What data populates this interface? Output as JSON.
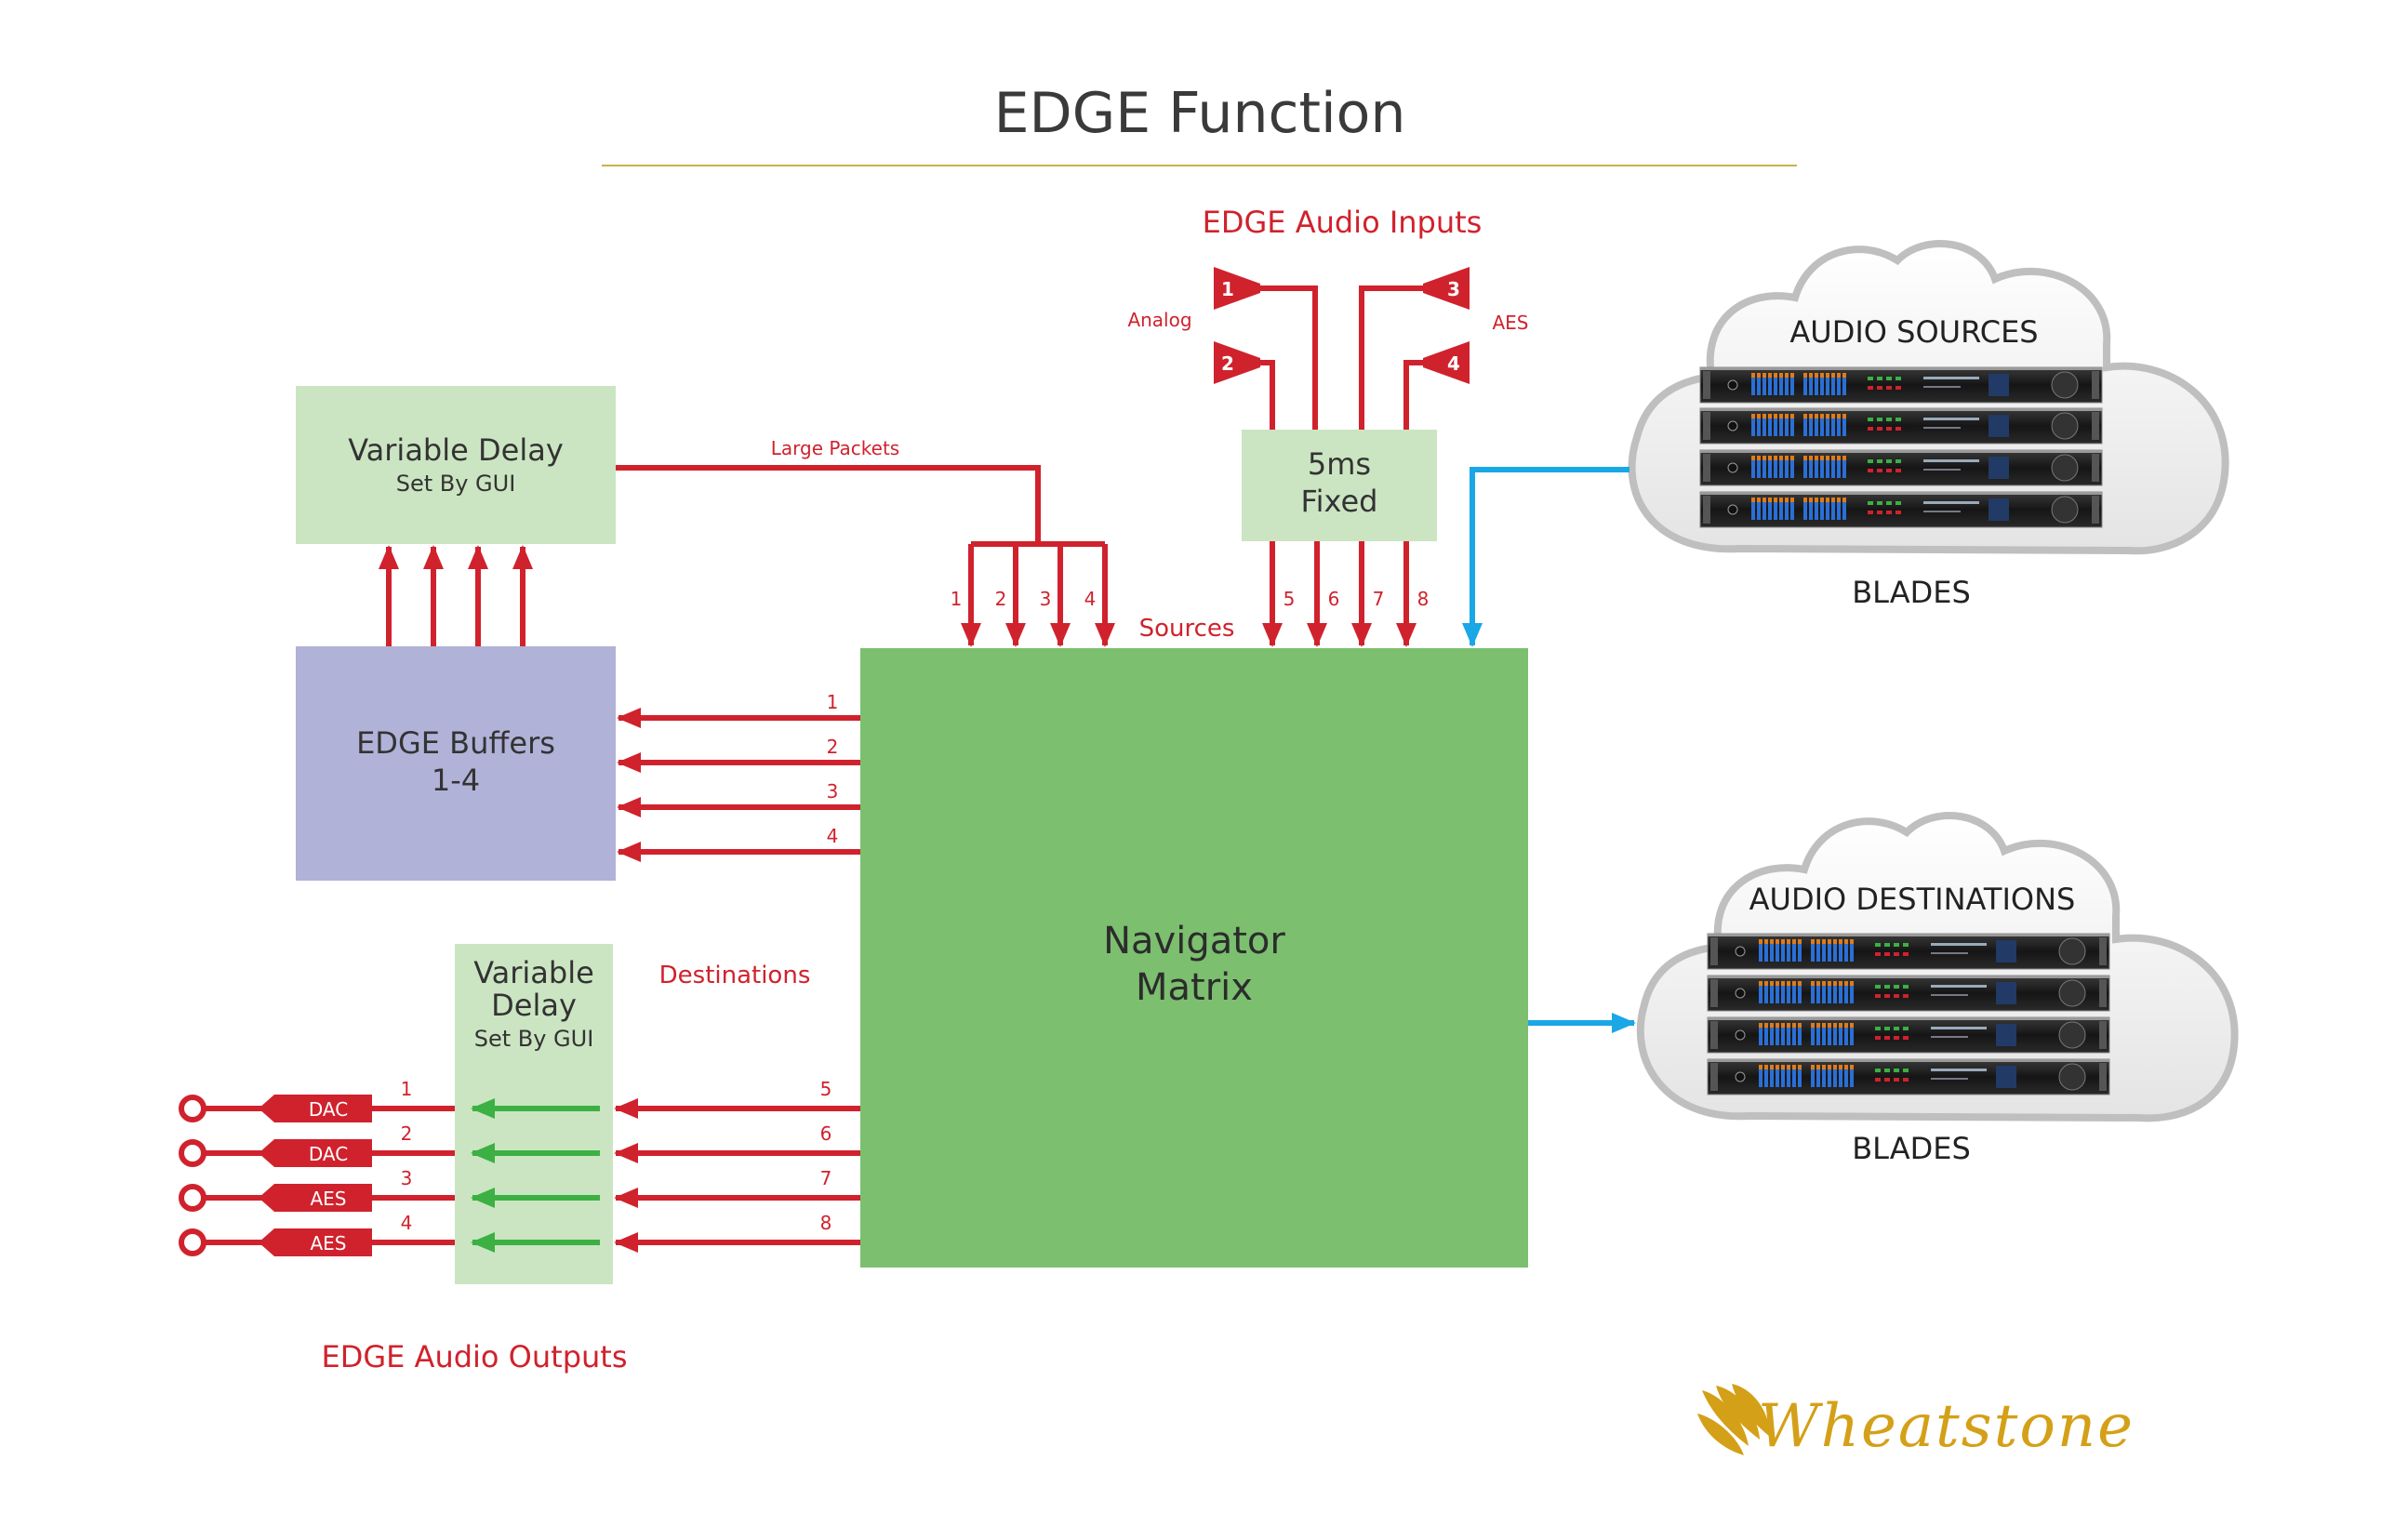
{
  "title": "EDGE Function",
  "colors": {
    "red": "#d0222d",
    "blue": "#1aa7e6",
    "green_arrow": "#3cb043",
    "gold": "#d4a017",
    "matrix_fill": "#7bbf6f",
    "light_green": "#cbe5c2",
    "buffer_fill": "#b0b2d8",
    "title_rule": "#c9b14a"
  },
  "inputs": {
    "heading": "EDGE Audio Inputs",
    "analog_label": "Analog",
    "aes_label": "AES",
    "connectors": [
      "1",
      "2",
      "3",
      "4"
    ]
  },
  "fixed_delay": {
    "line1": "5ms",
    "line2": "Fixed"
  },
  "variable_delay_top": {
    "title": "Variable Delay",
    "subtitle": "Set By GUI"
  },
  "large_packets_label": "Large Packets",
  "buffers": {
    "line1": "EDGE Buffers",
    "line2": "1-4"
  },
  "matrix": {
    "line1": "Navigator",
    "line2": "Matrix"
  },
  "sources_label": "Sources",
  "source_numbers": [
    "1",
    "2",
    "3",
    "4",
    "5",
    "6",
    "7",
    "8"
  ],
  "buffer_numbers": [
    "1",
    "2",
    "3",
    "4"
  ],
  "destinations_label": "Destinations",
  "destination_numbers": [
    "5",
    "6",
    "7",
    "8"
  ],
  "variable_delay_bottom": {
    "line1": "Variable",
    "line2": "Delay",
    "subtitle": "Set By GUI"
  },
  "outputs": {
    "heading": "EDGE Audio Outputs",
    "tags": [
      "DAC",
      "DAC",
      "AES",
      "AES"
    ],
    "numbers": [
      "1",
      "2",
      "3",
      "4"
    ]
  },
  "cloud_sources": {
    "title": "AUDIO SOURCES",
    "caption": "BLADES"
  },
  "cloud_destinations": {
    "title": "AUDIO DESTINATIONS",
    "caption": "BLADES"
  },
  "logo": {
    "text": "Wheatstone"
  }
}
